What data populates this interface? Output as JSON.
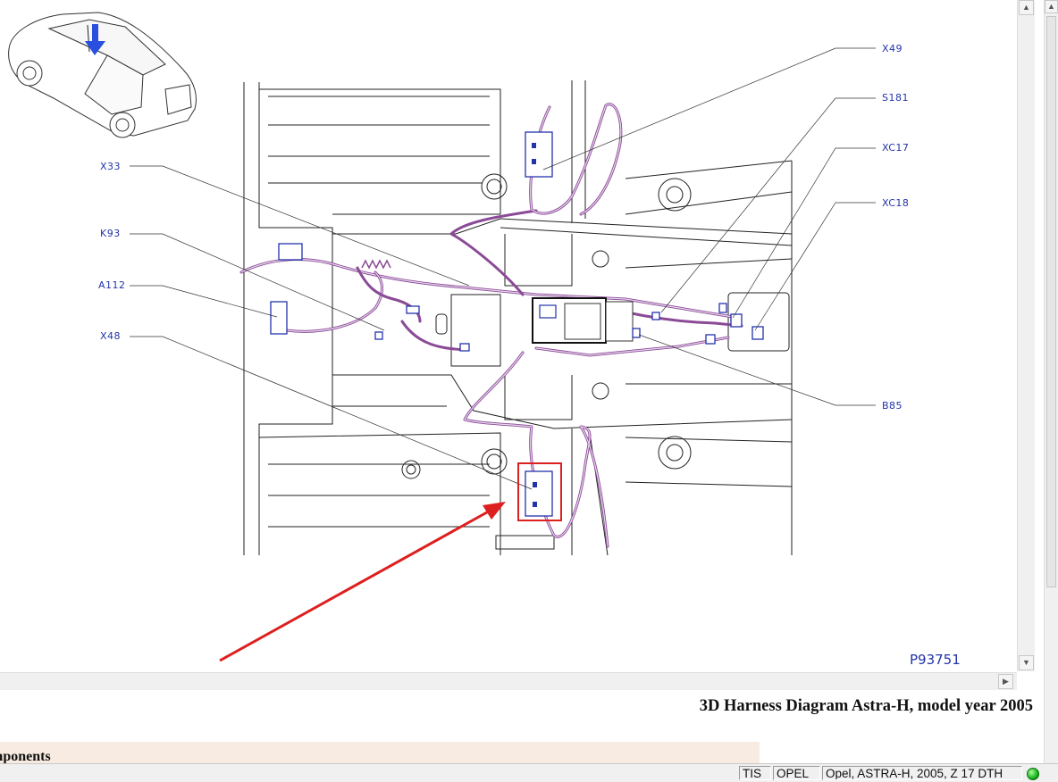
{
  "diagram": {
    "labels": {
      "x49": "X49",
      "s181": "S181",
      "xc17": "XC17",
      "xc18": "XC18",
      "x33": "X33",
      "k93": "K93",
      "a112": "A112",
      "x48": "X48",
      "b85": "B85"
    },
    "figure_id": "P93751",
    "highlight_color": "#dd1f1f",
    "harness_color": "#8a4a96",
    "label_color": "#2233aa"
  },
  "document": {
    "title": "3D Harness Diagram Astra-H, model year 2005",
    "section_partial": "mponents"
  },
  "statusbar": {
    "app": "TIS",
    "brand": "OPEL",
    "vehicle": "Opel, ASTRA-H, 2005, Z 17 DTH",
    "status_icon": "green-status-light"
  }
}
